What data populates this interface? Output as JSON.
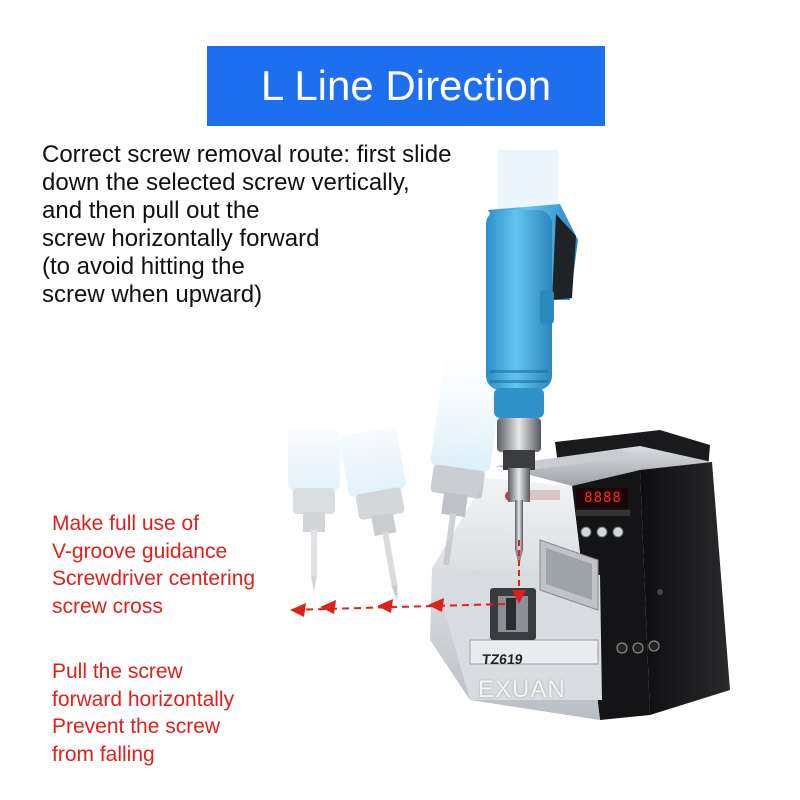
{
  "title": "L Line Direction",
  "description_lines": [
    "Correct screw removal route: first slide",
    "down the selected screw vertically,",
    "and then pull out the",
    "screw horizontally forward",
    "(to avoid hitting the",
    "screw when upward)"
  ],
  "callout_groove_lines": [
    "Make full use of",
    "V-groove guidance",
    "Screwdriver centering",
    "screw cross"
  ],
  "callout_pull_lines": [
    "Pull the screw",
    "forward horizontally",
    "Prevent the screw",
    "from falling"
  ],
  "machine_model": "TZ619",
  "watermark": "EXUAN",
  "display_readout": "8888",
  "colors": {
    "banner_blue": "#1e6ff0",
    "callout_red": "#e0201a",
    "screwdriver_blue": "#3aa6d9",
    "machine_black": "#1b1b1d",
    "machine_silver": "#cfd3d8",
    "display_red": "#ff2a1a"
  },
  "icons": [
    "electric-screwdriver",
    "screw-feeder-machine",
    "dashed-arrow-left"
  ]
}
